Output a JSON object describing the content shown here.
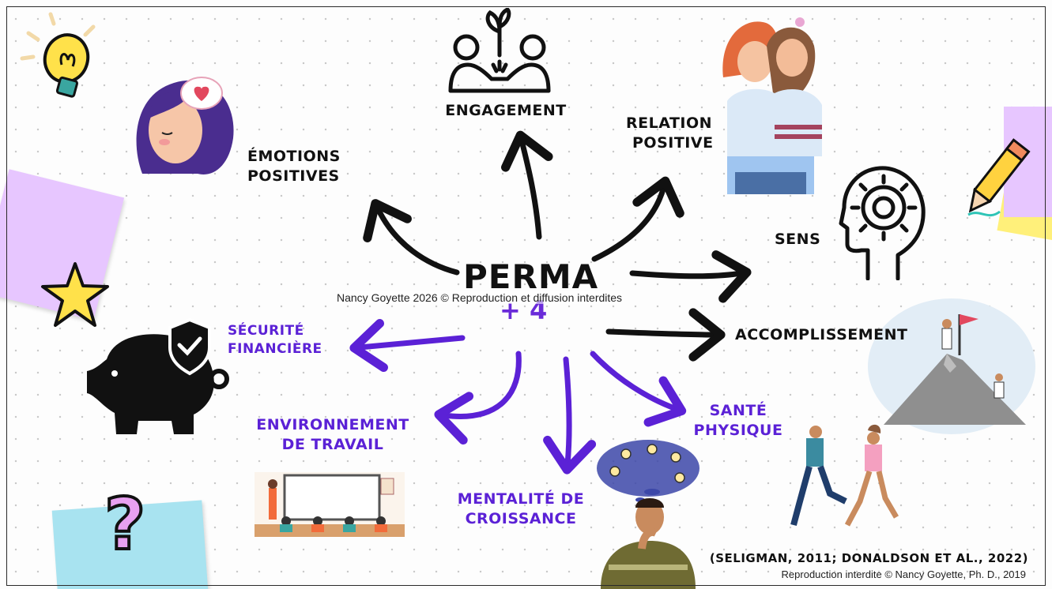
{
  "center": {
    "title": "PERMA",
    "subtitle": "+ 4"
  },
  "watermark": "Nancy Goyette 2026 © Reproduction et diffusion interdites",
  "labels": {
    "engagement": "ENGAGEMENT",
    "relation_1": "RELATION",
    "relation_2": "POSITIVE",
    "emotions_1": "ÉMOTIONS",
    "emotions_2": "POSITIVES",
    "sens": "SENS",
    "accomplissement": "ACCOMPLISSEMENT",
    "securite_1": "SÉCURITÉ",
    "securite_2": "FINANCIÈRE",
    "environnement_1": "ENVIRONNEMENT",
    "environnement_2": "DE TRAVAIL",
    "mentalite_1": "MENTALITÉ DE",
    "mentalite_2": "CROISSANCE",
    "sante_1": "SANTÉ",
    "sante_2": "PHYSIQUE",
    "question_mark": "?"
  },
  "citation": "(SELIGMAN, 2011; DONALDSON ET AL., 2022)",
  "reproduction": "Reproduction interdite © Nancy Goyette, Ph. D., 2019",
  "colors": {
    "black_arrow": "#111111",
    "purple_arrow": "#5b21d6",
    "sticky_pink": "#e7c6ff",
    "sticky_blue": "#a8e3f0",
    "sticky_yellow": "#fff07a"
  }
}
